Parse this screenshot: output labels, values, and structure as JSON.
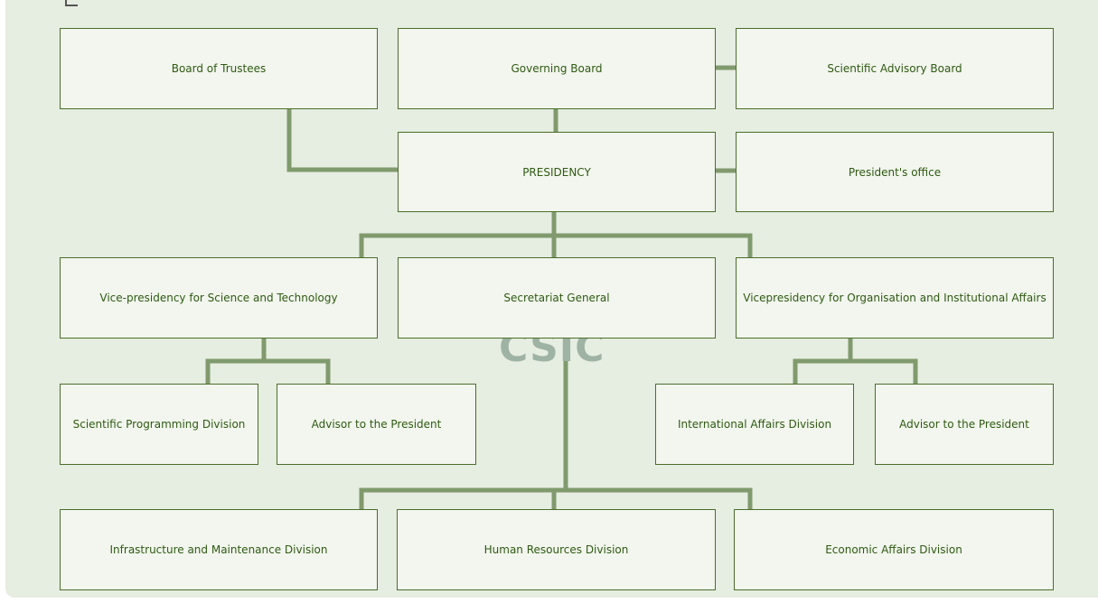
{
  "colors": {
    "panel_bg": "#e6ede1",
    "box_bg": "#f2f6ee",
    "box_border": "#4b6e2b",
    "box_text": "#2f5a12",
    "connector": "#809a6d",
    "watermark": "#9fb3a4"
  },
  "watermark": {
    "text": "CSIC"
  },
  "boxes": {
    "board_of_trustees": "Board of Trustees",
    "governing_board": "Governing Board",
    "scientific_advisory_board": "Scientific Advisory Board",
    "presidency": "PRESIDENCY",
    "presidents_office": "President's office",
    "vp_science_technology": "Vice-presidency for Science and Technology",
    "secretariat_general": "Secretariat General",
    "vp_organisation": "Vicepresidency for Organisation and Institutional Affairs",
    "scientific_programming_division": "Scientific Programming Division",
    "advisor_left": "Advisor to the President",
    "international_affairs_division": "International Affairs Division",
    "advisor_right": "Advisor to the President",
    "infrastructure_division": "Infrastructure and Maintenance Division",
    "human_resources_division": "Human Resources Division",
    "economic_affairs_division": "Economic Affairs Division"
  }
}
